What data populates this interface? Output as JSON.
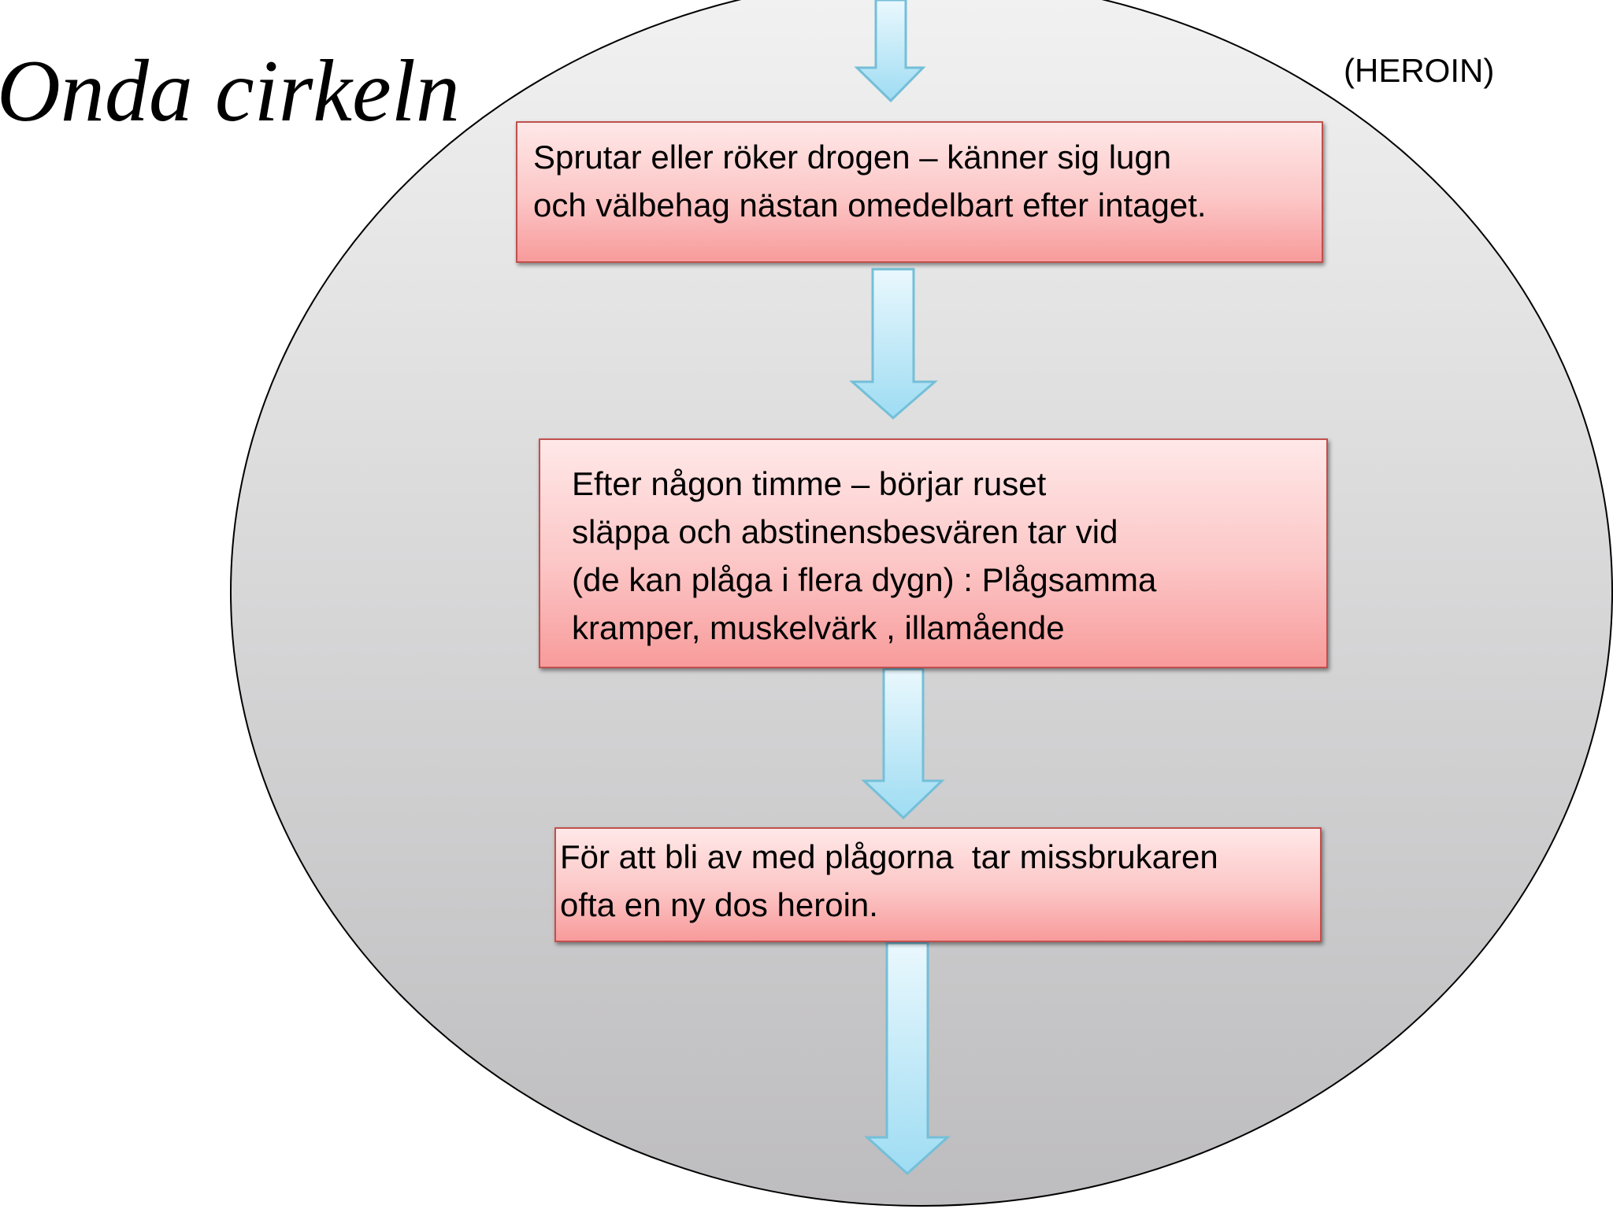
{
  "title": "Onda cirkeln",
  "subtitle_tag": "(HEROIN)",
  "steps": [
    {
      "lines": [
        "Sprutar eller röker drogen – känner sig lugn",
        "och välbehag nästan omedelbart efter intaget."
      ]
    },
    {
      "lines": [
        "Efter någon timme – börjar ruset",
        "släppa och abstinensbesvären tar vid",
        "(de kan plåga i flera dygn) : Plågsamma",
        "kramper, muskelvärk , illamående"
      ]
    },
    {
      "lines": [
        "För att bli av med plågorna  tar missbrukaren",
        "ofta en ny dos heroin."
      ]
    }
  ],
  "colors": {
    "circle_fill_top": "#f2f2f2",
    "circle_fill_bottom": "#bdbcbe",
    "box_fill": "#fcc6c6",
    "box_border": "#c0504d",
    "arrow_fill": "#aee4f6",
    "arrow_stroke": "#74bfd8"
  }
}
